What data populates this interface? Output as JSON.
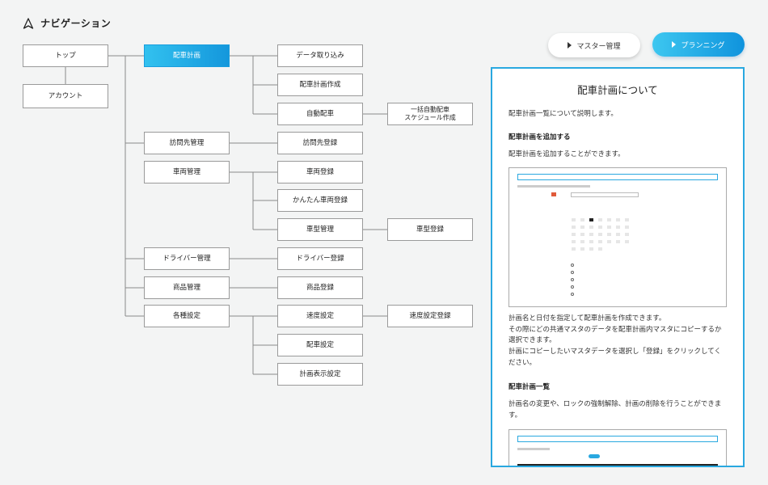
{
  "header": {
    "title": "ナビゲーション"
  },
  "tree": {
    "top": "トップ",
    "account": "アカウント",
    "haisha_keikaku": "配車計画",
    "data_torikomi": "データ取り込み",
    "haisha_keikaku_sakusei": "配車計画作成",
    "jidou_haisha": "自動配車",
    "ikkatsu": "一括自動配車\nスケジュール作成",
    "houmonsaki_kanri": "訪問先管理",
    "houmonsaki_touroku": "訪問先登録",
    "sharyou_kanri": "車両管理",
    "sharyou_touroku": "車両登録",
    "kantan_sharyou_touroku": "かんたん車両登録",
    "shagata_kanri": "車型管理",
    "shagata_touroku": "車型登録",
    "driver_kanri": "ドライバー管理",
    "driver_touroku": "ドライバー登録",
    "shouhin_kanri": "商品管理",
    "shouhin_touroku": "商品登録",
    "kakushu_settei": "各種設定",
    "sokudo_settei": "速度設定",
    "sokudo_settei_touroku": "速度設定登録",
    "haisha_settei": "配車設定",
    "keikaku_hyouji_settei": "計画表示設定"
  },
  "buttons": {
    "master": "マスター管理",
    "planning": "プランニング"
  },
  "panel": {
    "title": "配車計画について",
    "intro": "配車計画一覧について説明します。",
    "section1_title": "配車計画を追加する",
    "section1_text": "配車計画を追加することができます。",
    "section1_body": "計画名と日付を指定して配車計画を作成できます。\nその際にどの共通マスタのデータを配車計画内マスタにコピーするか選択できます。\n計画にコピーしたいマスタデータを選択し「登録」をクリックしてください。",
    "section2_title": "配車計画一覧",
    "section2_text": "計画名の変更や、ロックの強制解除、計画の削除を行うことができます。"
  },
  "colors": {
    "accent": "#1ba3e2",
    "background": "#f3f4f4"
  }
}
